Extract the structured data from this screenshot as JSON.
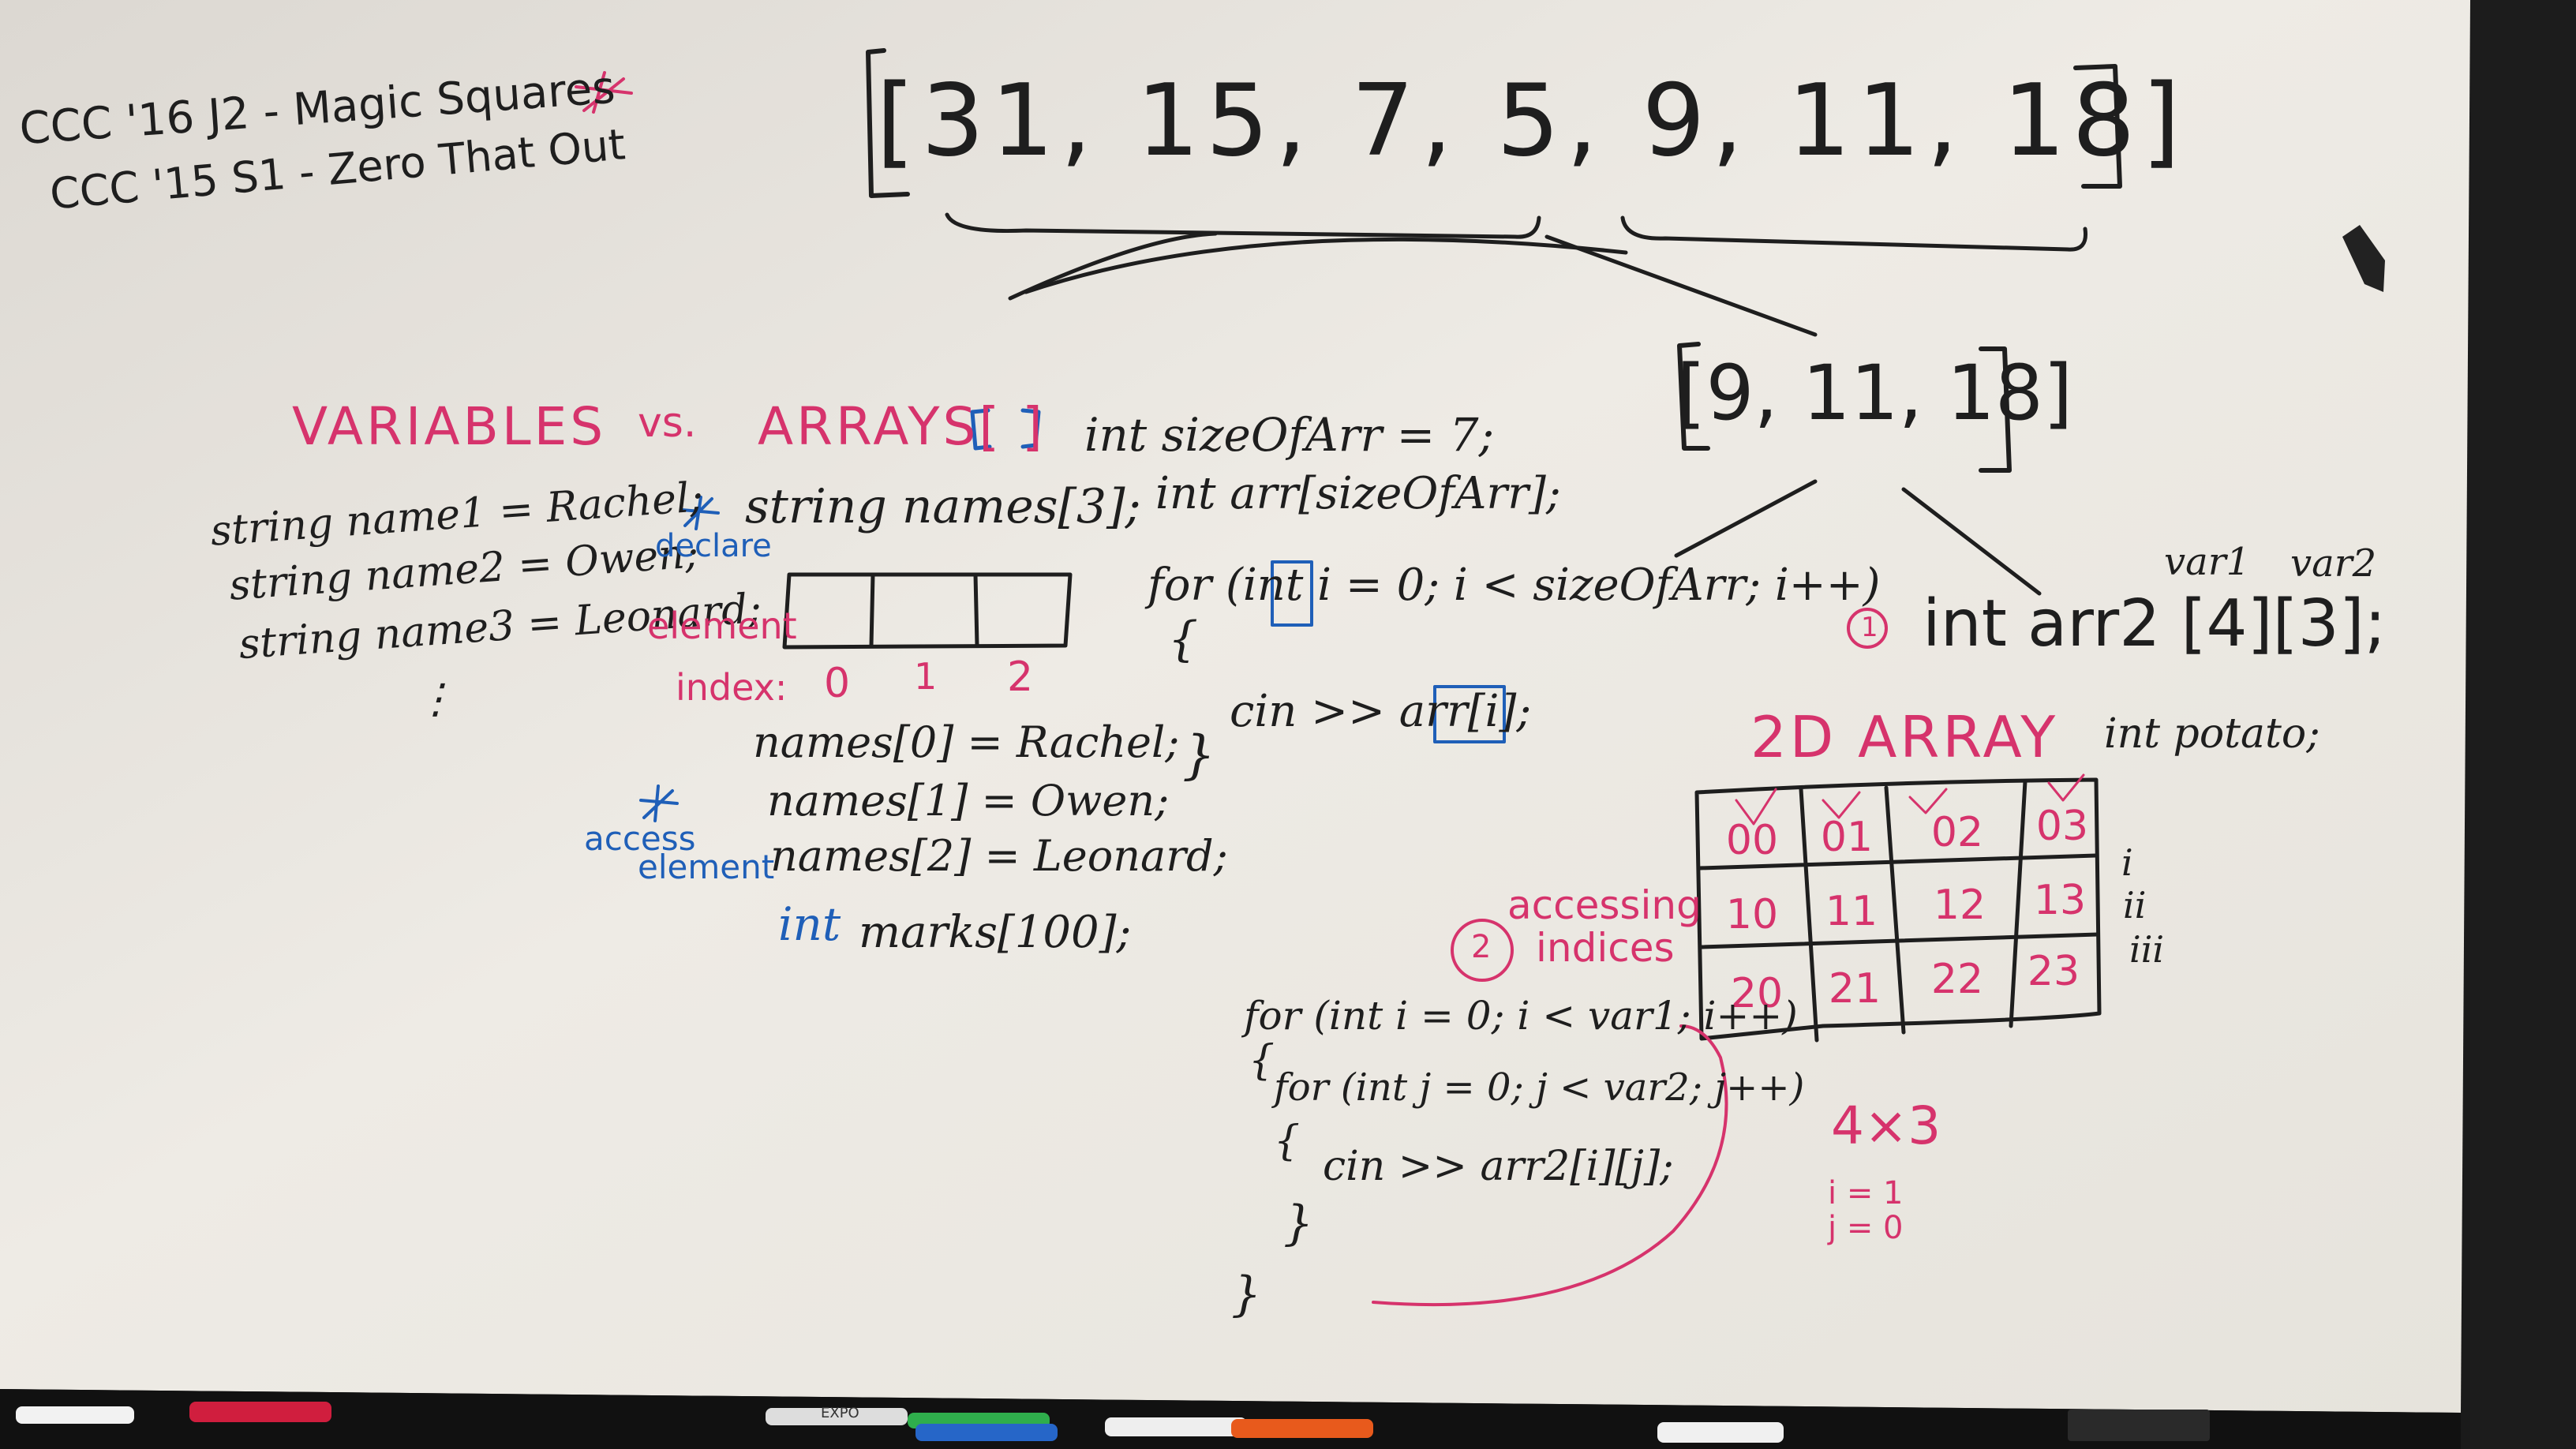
{
  "board": {
    "title_line1": "CCC '16 J2 - Magic Squares",
    "title_line2": "CCC '15 S1 - Zero That Out",
    "top_array": "[31, 15, 7, 5, 9, 11, 18]",
    "sub_array": "[9, 11, 18]",
    "variables_heading": "VARIABLES",
    "vs_label": "vs.",
    "arrays_heading": "ARRAYS[ ]",
    "var_line1": "string name1 = Rachel;",
    "var_line2": "string name2 = Owen;",
    "var_line3": "string name3 = Leonard;",
    "var_dots": "⋮",
    "declare_label": "declare",
    "declare_code": "string names[3];",
    "element_label": "element",
    "index_label": "index:",
    "index_values": [
      "0",
      "1",
      "2"
    ],
    "assign_line1": "names[0] = Rachel;",
    "assign_line2": "names[1] = Owen;",
    "assign_line3": "names[2] = Leonard;",
    "access_label": "access",
    "access_element_label": "element",
    "int_keyword": "int",
    "marks_line": "marks[100];",
    "size_line": "int sizeOfArr = 7;",
    "arr_decl_line": "int arr[sizeOfArr];",
    "for_line": "for (int i = 0; i < sizeOfArr; i++)",
    "open_brace": "{",
    "cin_line": "cin >> arr[i];",
    "close_brace": "}",
    "var1_label": "var1",
    "var2_label": "var2",
    "circle_one": "1",
    "arr2_decl": "int arr2 [4][3];",
    "twod_label": "2D ARRAY",
    "potato_line": "int potato;",
    "grid_cells": [
      [
        "00",
        "01",
        "02",
        "03"
      ],
      [
        "10",
        "11",
        "12",
        "13"
      ],
      [
        "20",
        "21",
        "22",
        "23"
      ]
    ],
    "roman_labels": [
      "i",
      "ii",
      "iii"
    ],
    "accessing_label": "accessing",
    "circle_two": "2",
    "indices_label": "indices",
    "nested_for1": "for (int i = 0; i < var1; i++)",
    "nested_open1": "{",
    "nested_for2": "for (int j = 0; j < var2; j++)",
    "nested_open2": "{",
    "nested_cin": "cin >> arr2[i][j];",
    "nested_close2": "}",
    "nested_close1": "}",
    "dims_label": "4×3",
    "i_value": "i = 1",
    "j_value": "j = 0",
    "marker_brand": "EXPO",
    "colors": {
      "board": "#e9e6df",
      "black_ink": "#1e1e1e",
      "red_ink": "#d6336c",
      "blue_ink": "#1f5fb8",
      "frame": "#1a1a1a"
    }
  }
}
